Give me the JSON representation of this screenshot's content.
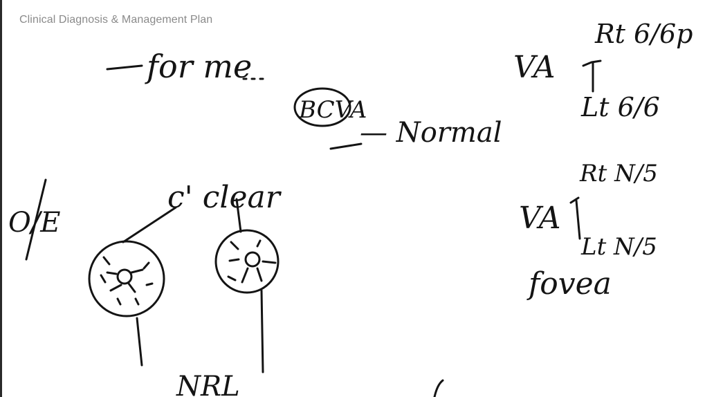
{
  "form": {
    "section_title": "Clinical Diagnosis & Management Plan"
  },
  "notes": {
    "complaint": "for me",
    "bcva_circled": "BCVA",
    "bcva_result": "— Normal",
    "exam_label": "O/E",
    "lens_finding": "c' clear",
    "fundus_finding": "NRL",
    "va_distance": {
      "label": "VA",
      "re": "Rt 6/6p",
      "le": "Lt 6/6"
    },
    "va_near": {
      "label": "VA",
      "re": "Rt N/5",
      "le": "Lt N/5",
      "note": "fovea"
    }
  },
  "colors": {
    "ink": "#141414",
    "header_text": "#8a8a8a",
    "background": "#ffffff"
  }
}
